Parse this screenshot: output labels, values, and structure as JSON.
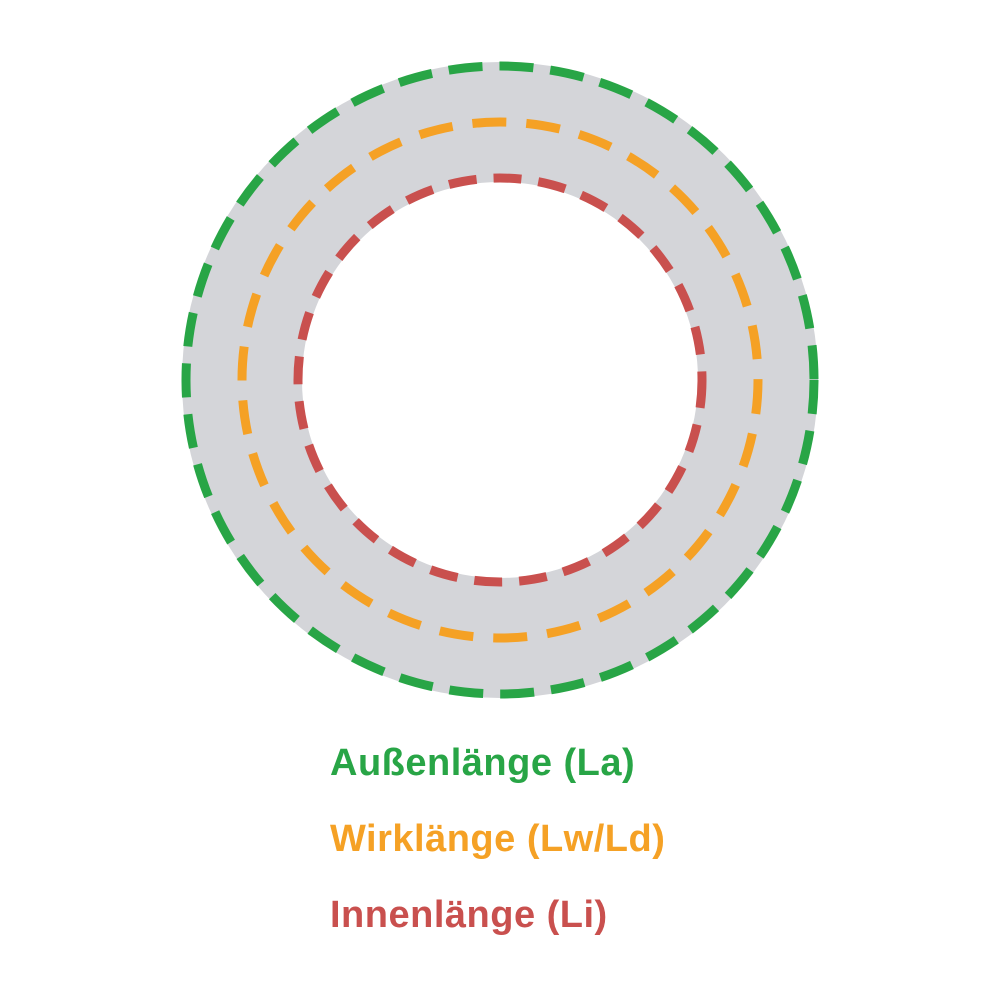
{
  "diagram": {
    "labels": {
      "outer": "Außenlänge (La)",
      "effective": "Wirklänge (Lw/Ld)",
      "inner": "Innenlänge (Li)"
    },
    "colors": {
      "outer_green": "#28a546",
      "effective_orange": "#f5a125",
      "inner_red": "#c9504e",
      "belt_gray": "#d4d5d9"
    }
  }
}
